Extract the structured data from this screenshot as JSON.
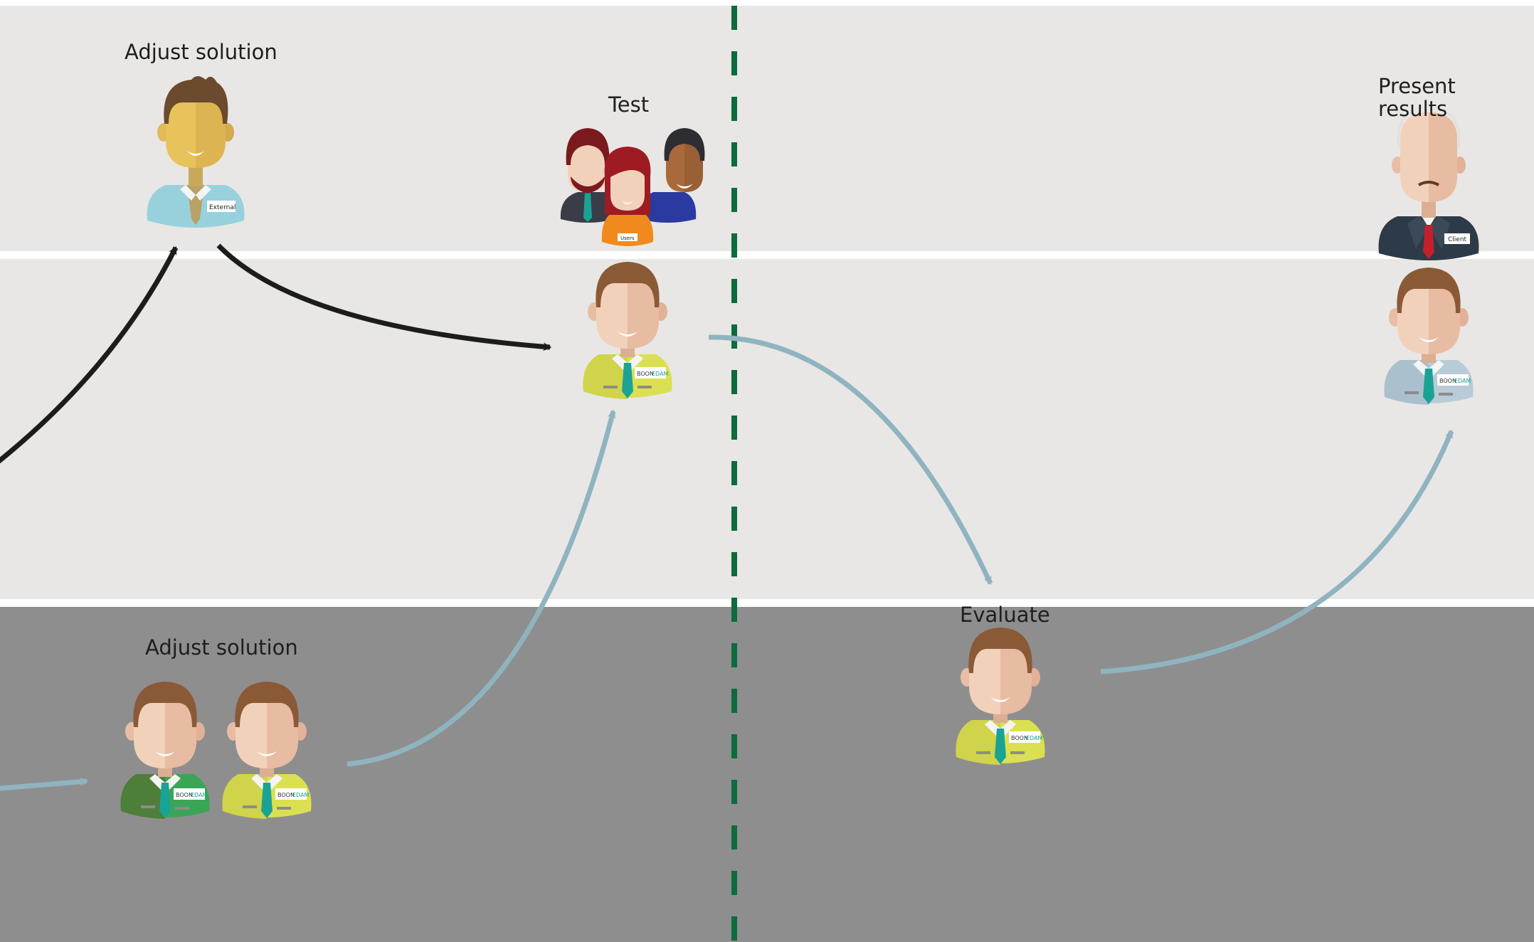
{
  "labels": {
    "adjust_solution_top": "Adjust solution",
    "test": "Test",
    "present_results": "Present\nresults",
    "adjust_solution_bottom": "Adjust solution",
    "evaluate": "Evaluate"
  },
  "badges": {
    "external": "External",
    "users": "Users",
    "client": "Client",
    "boon": "BOON",
    "edam": "EDAM"
  },
  "colors": {
    "lane_light": "#e8e7e5",
    "lane_dark": "#8f8e8f",
    "divider": "#ffffff",
    "dashed_line": "#0d6b3c",
    "arrow_dark": "#1c1c1a",
    "arrow_light": "#8fb4c0",
    "shirt_yellow": "#d6dc4a",
    "shirt_green": "#4d8a3c",
    "shirt_blue": "#aac4d2",
    "shirt_external": "#98d1dc",
    "tie_teal": "#1aa394",
    "tie_red": "#c4202c",
    "hair_brown": "#8a5a36",
    "skin": "#f2cdb4"
  }
}
